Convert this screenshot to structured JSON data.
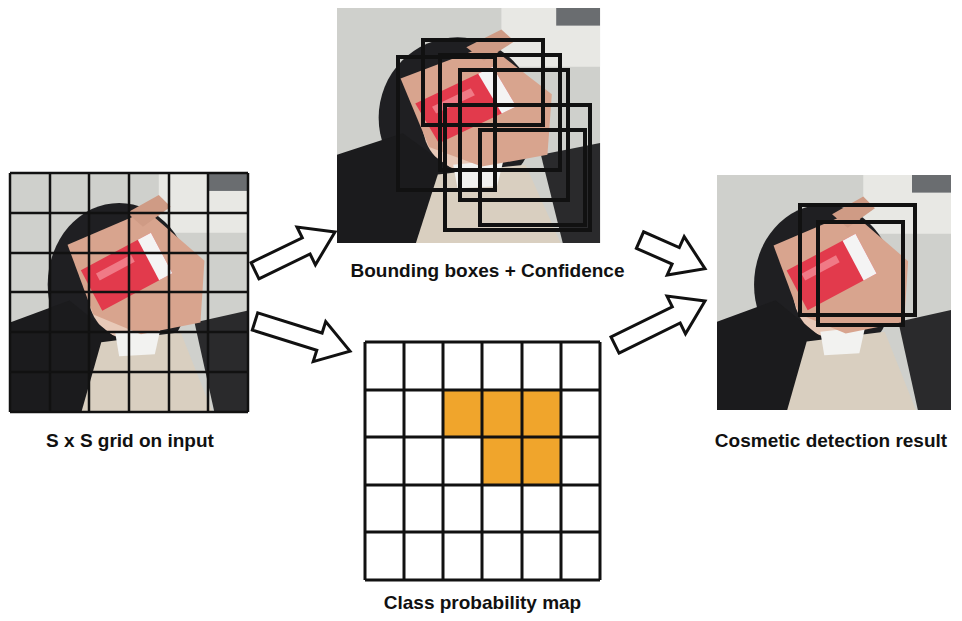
{
  "diagram": {
    "nodes": [
      {
        "text": [
          "S x S grid on input"
        ]
      },
      {
        "text": [
          "Bounding boxes + Confidence"
        ]
      },
      {
        "text": [
          "Class probability map"
        ]
      },
      {
        "text": [
          "Cosmetic detection result"
        ]
      }
    ],
    "edges": [
      {
        "from": 0,
        "to": 1,
        "arrow": "to"
      },
      {
        "from": 0,
        "to": 2,
        "arrow": "to"
      },
      {
        "from": 1,
        "to": 3,
        "arrow": "to"
      },
      {
        "from": 2,
        "to": 3,
        "arrow": "to"
      }
    ]
  }
}
